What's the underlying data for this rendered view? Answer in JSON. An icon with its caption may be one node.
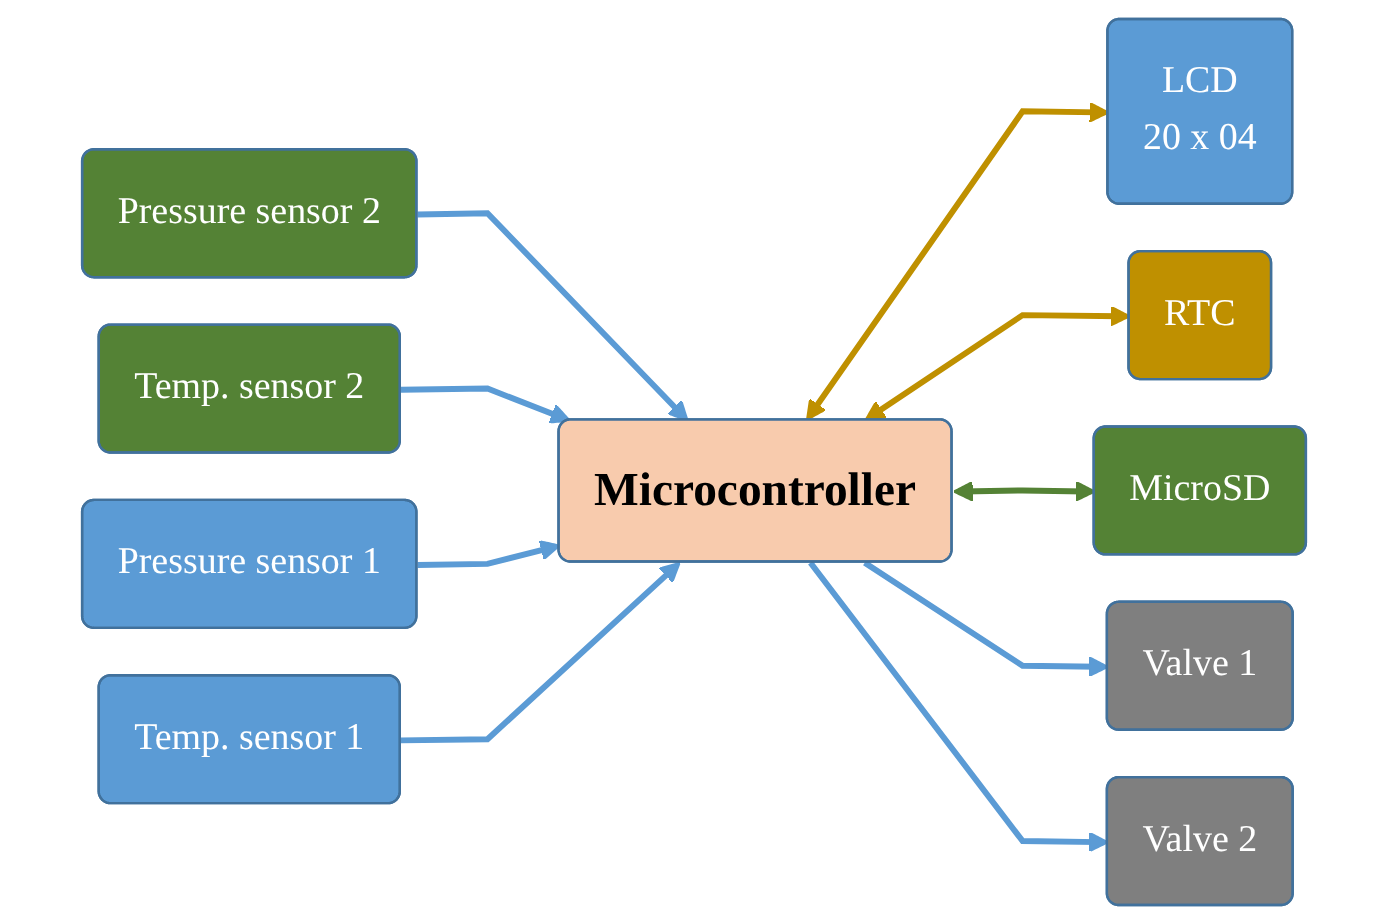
{
  "diagram": {
    "nodes": [
      {
        "text": [
          "Pressure sensor 2"
        ]
      },
      {
        "text": [
          "Temp. sensor 2"
        ]
      },
      {
        "text": [
          "Pressure sensor 1"
        ]
      },
      {
        "text": [
          "Temp. sensor 1"
        ]
      },
      {
        "text": [
          "Microcontroller"
        ]
      },
      {
        "text": [
          "LCD",
          "20 x 04"
        ]
      },
      {
        "text": [
          "RTC"
        ]
      },
      {
        "text": [
          "MicroSD"
        ]
      },
      {
        "text": [
          "Valve 1"
        ]
      },
      {
        "text": [
          "Valve 2"
        ]
      }
    ],
    "edges": [
      {
        "from": 0,
        "to": 4,
        "arrow": "to"
      },
      {
        "from": 1,
        "to": 4,
        "arrow": "to"
      },
      {
        "from": 2,
        "to": 4,
        "arrow": "to"
      },
      {
        "from": 3,
        "to": 4,
        "arrow": "to"
      },
      {
        "from": 4,
        "to": 5,
        "arrow": "both",
        "color": "#bf9000"
      },
      {
        "from": 4,
        "to": 6,
        "arrow": "both",
        "color": "#bf9000"
      },
      {
        "from": 4,
        "to": 7,
        "arrow": "both",
        "color": "#548235"
      },
      {
        "from": 4,
        "to": 8,
        "arrow": "to"
      },
      {
        "from": 4,
        "to": 9,
        "arrow": "to"
      }
    ]
  }
}
